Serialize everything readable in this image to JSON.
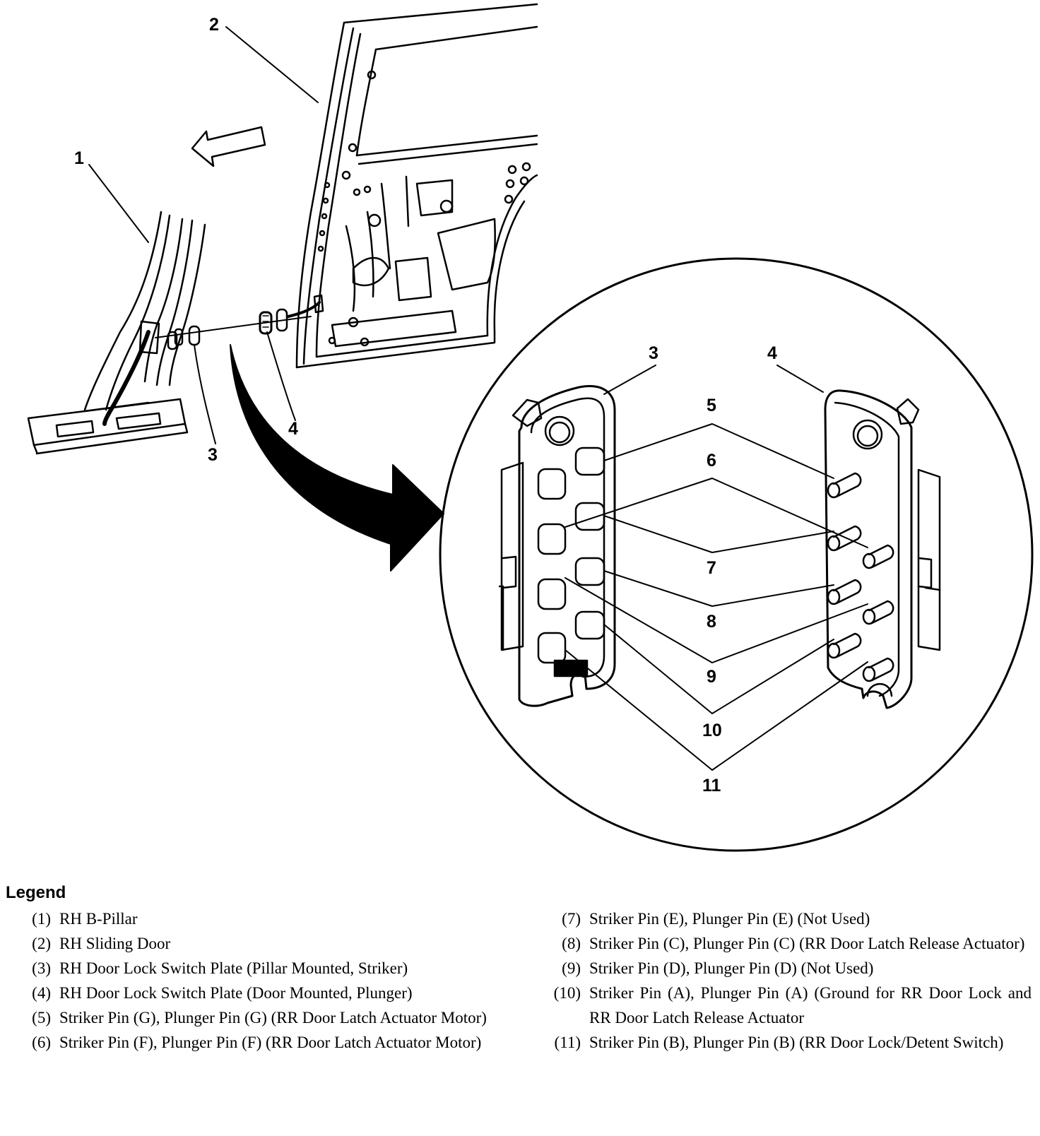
{
  "callouts": {
    "c1": "1",
    "c2": "2",
    "c3": "3",
    "c4": "4",
    "d3": "3",
    "d4": "4",
    "d5": "5",
    "d6": "6",
    "d7": "7",
    "d8": "8",
    "d9": "9",
    "d10": "10",
    "d11": "11"
  },
  "legend": {
    "title": "Legend",
    "left": [
      {
        "num": "(1)",
        "text": "RH B-Pillar"
      },
      {
        "num": "(2)",
        "text": "RH Sliding Door"
      },
      {
        "num": "(3)",
        "text": "RH Door Lock Switch Plate (Pillar Mounted, Striker)"
      },
      {
        "num": "(4)",
        "text": "RH Door Lock Switch Plate (Door Mounted, Plunger)"
      },
      {
        "num": "(5)",
        "text": "Striker Pin (G), Plunger Pin (G) (RR Door Latch Actuator Motor)"
      },
      {
        "num": "(6)",
        "text": "Striker Pin (F), Plunger Pin (F) (RR Door Latch Actuator Motor)"
      }
    ],
    "right": [
      {
        "num": "(7)",
        "text": "Striker Pin (E), Plunger Pin (E) (Not Used)"
      },
      {
        "num": "(8)",
        "text": "Striker Pin (C), Plunger Pin (C) (RR Door Latch Release Actuator)"
      },
      {
        "num": "(9)",
        "text": "Striker Pin (D), Plunger Pin (D) (Not Used)"
      },
      {
        "num": "(10)",
        "text": "Striker Pin (A), Plunger Pin (A) (Ground for RR Door Lock and RR Door Latch Release Actuator"
      },
      {
        "num": "(11)",
        "text": "Striker Pin (B), Plunger Pin (B) (RR Door Lock/Detent Switch)"
      }
    ]
  }
}
